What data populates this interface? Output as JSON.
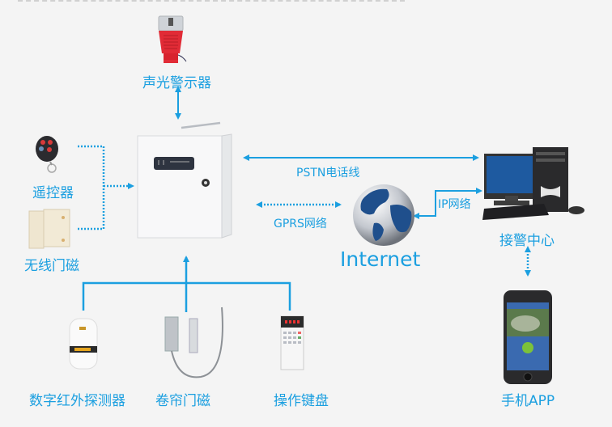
{
  "diagram": {
    "title": "Alarm System Topology",
    "accent_color": "#1b9fe0",
    "nodes": {
      "siren": {
        "label": "声光警示器",
        "icon": "siren-icon"
      },
      "remote": {
        "label": "遥控器",
        "icon": "remote-control-icon"
      },
      "wireless_door": {
        "label": "无线门磁",
        "icon": "wireless-door-sensor-icon"
      },
      "panel": {
        "label": "",
        "icon": "alarm-panel-icon"
      },
      "internet": {
        "label": "Internet",
        "icon": "globe-icon"
      },
      "center": {
        "label": "接警中心",
        "icon": "desktop-computer-icon"
      },
      "app": {
        "label": "手机APP",
        "icon": "smartphone-icon"
      },
      "pir": {
        "label": "数字红外探测器",
        "icon": "pir-detector-icon"
      },
      "shutter_door": {
        "label": "卷帘门磁",
        "icon": "shutter-door-sensor-icon"
      },
      "keypad": {
        "label": "操作键盘",
        "icon": "keypad-icon"
      }
    },
    "links": {
      "pstn": {
        "label": "PSTN电话线",
        "style": "solid",
        "direction": "both"
      },
      "gprs": {
        "label": "GPRS网络",
        "style": "dotted",
        "direction": "both"
      },
      "ip": {
        "label": "IP网络",
        "style": "solid",
        "direction": "both"
      },
      "siren_link": {
        "style": "solid",
        "direction": "both"
      },
      "wireless_link": {
        "style": "dotted",
        "direction": "to-panel"
      },
      "wired_bus": {
        "style": "solid",
        "direction": "to-panel"
      },
      "app_link": {
        "style": "dotted",
        "direction": "both"
      }
    }
  }
}
